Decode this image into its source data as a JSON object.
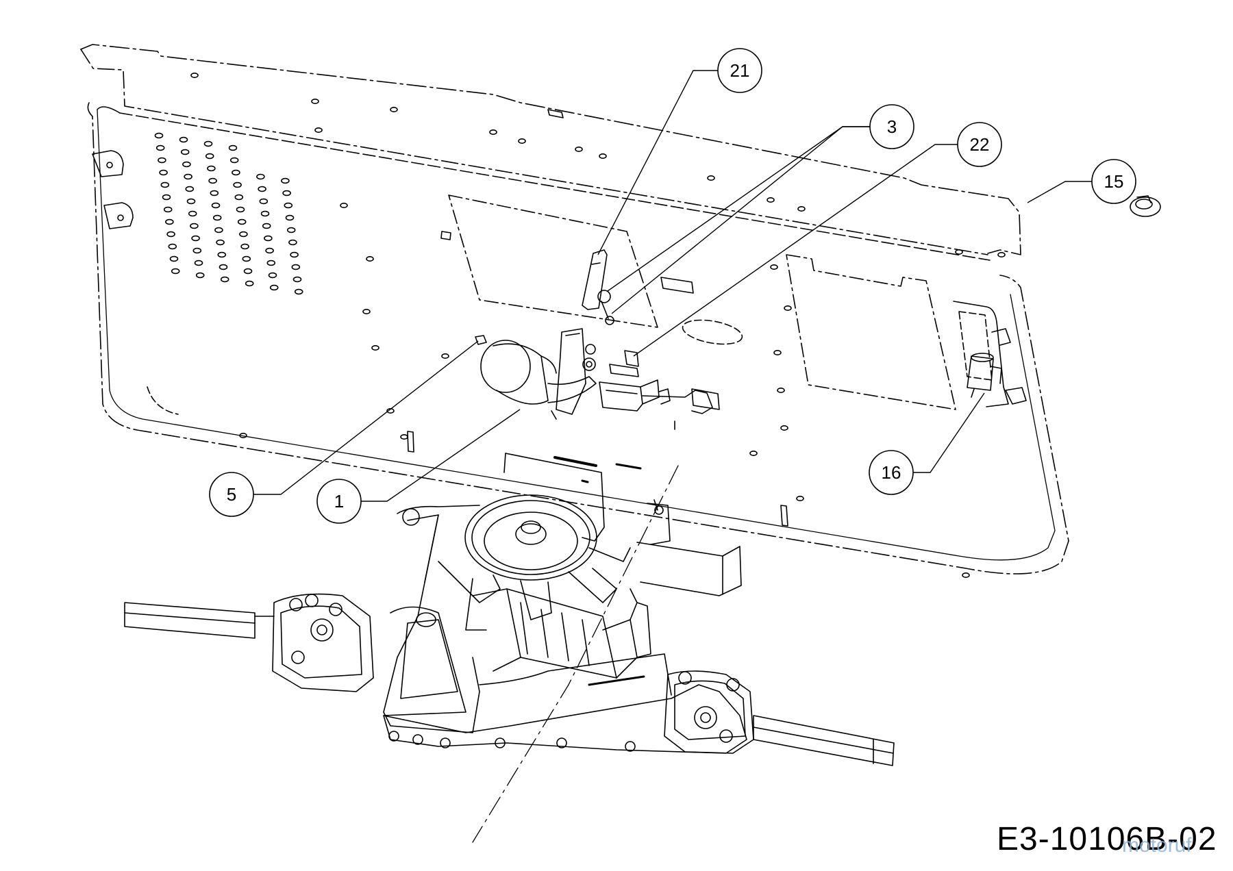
{
  "diagram": {
    "drawing_code": "E3-10106B-02",
    "watermark": "motoruf",
    "callouts": [
      {
        "id": "21",
        "label": "21"
      },
      {
        "id": "3",
        "label": "3"
      },
      {
        "id": "22",
        "label": "22"
      },
      {
        "id": "15",
        "label": "15"
      },
      {
        "id": "16",
        "label": "16"
      },
      {
        "id": "5",
        "label": "5"
      },
      {
        "id": "1",
        "label": "1"
      }
    ]
  }
}
